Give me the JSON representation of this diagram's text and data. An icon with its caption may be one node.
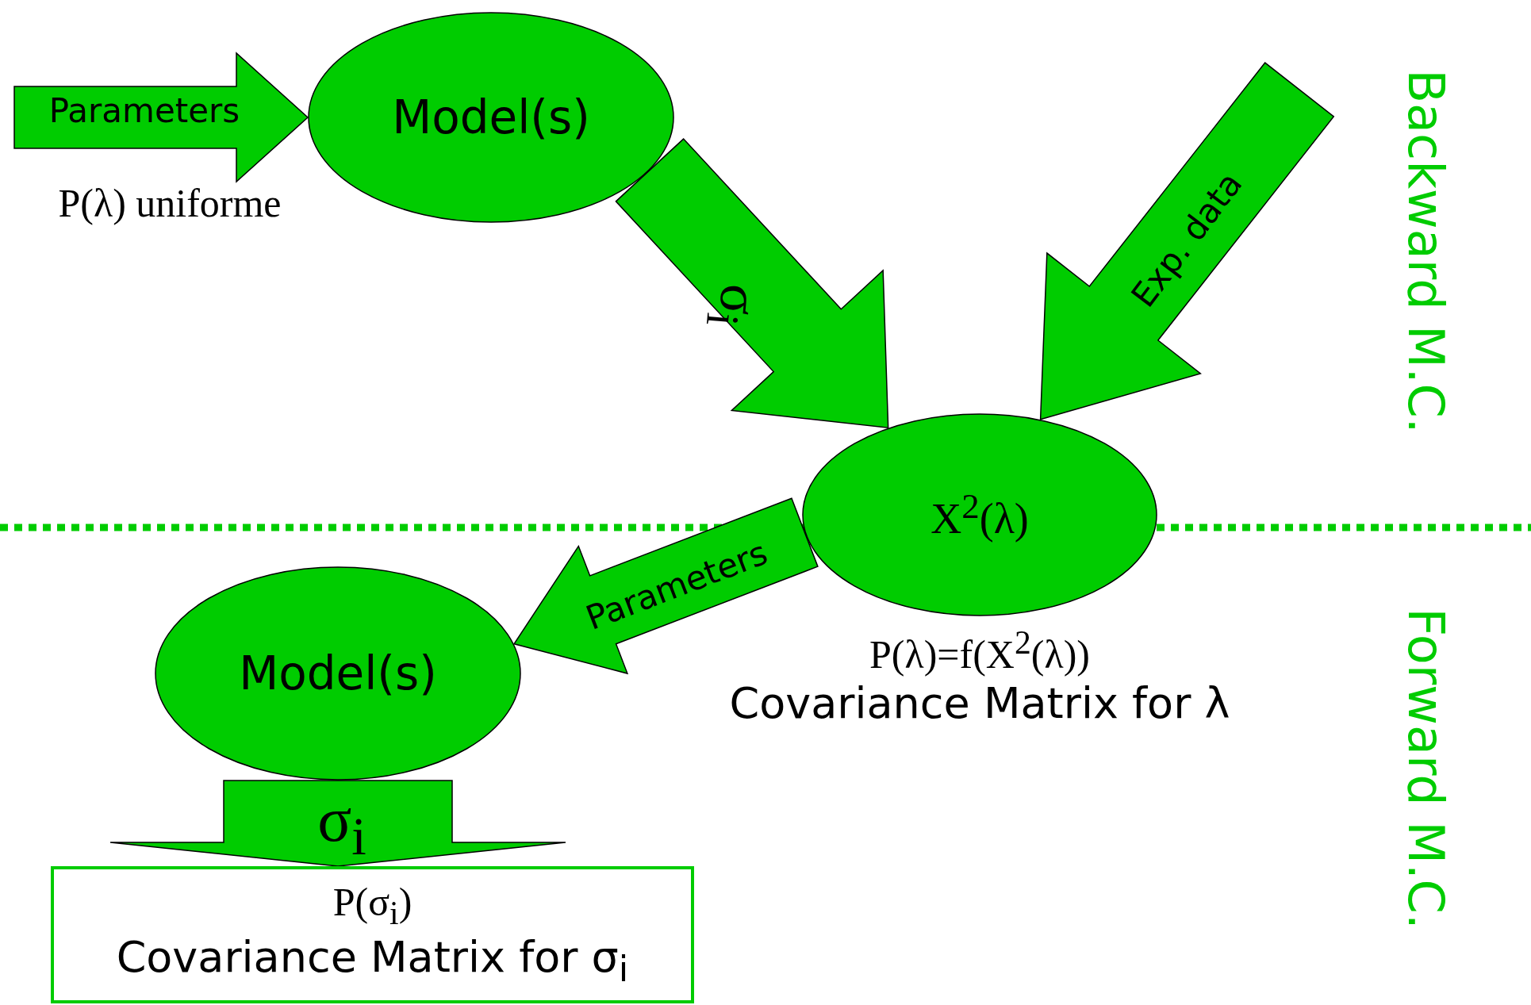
{
  "diagram": {
    "nodes": [
      {
        "text": [
          "Model(s)"
        ]
      },
      {
        "text": [
          "X$^{2}$(λ)"
        ],
        "beside": [
          "P(λ)=f(X$^{2}$(λ))",
          "Covariance Matrix for λ"
        ]
      },
      {
        "text": [
          "Model(s)"
        ]
      },
      {
        "text": [
          "P(σ$_{i}$)",
          "Covariance Matrix for σ$_{i}$"
        ]
      }
    ],
    "edges": [
      {
        "from": null,
        "to": 0,
        "arrow": "to",
        "label": "Parameters"
      },
      {
        "from": 0,
        "to": 1,
        "arrow": "to",
        "label": "σ$_{i}$"
      },
      {
        "from": null,
        "to": 1,
        "arrow": "to",
        "label": "Exp. data"
      },
      {
        "from": 1,
        "to": 2,
        "arrow": "to",
        "label": "Parameters"
      },
      {
        "from": 2,
        "to": 3,
        "arrow": "to",
        "label": "σ$_{i}$"
      }
    ],
    "labels": [
      "P(λ) uniforme",
      "Backward M.C.",
      "Forward M.C."
    ]
  }
}
